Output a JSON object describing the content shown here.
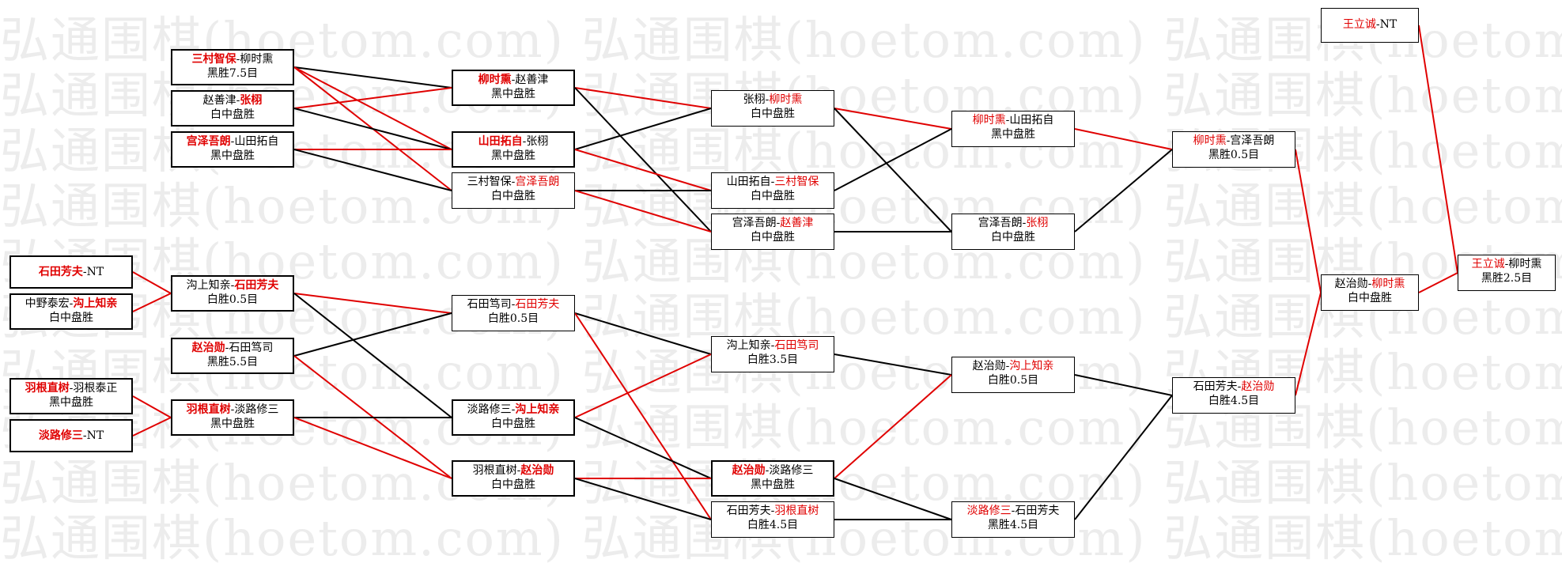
{
  "watermark": {
    "text": "弘通围棋(hoetom.com) 弘通围棋(hoetom.com) 弘通围棋(hoetom.com) 弘通围棋(hoetom.com)"
  },
  "colors": {
    "winner": "#e00000",
    "loser": "#000000",
    "border": "#000000"
  },
  "boxes": [
    {
      "id": "A1",
      "n": "box-mimura-vs-ryu",
      "a": "三村智保",
      "b": "柳时熏",
      "w": "a",
      "r": "黑胜7.5目"
    },
    {
      "id": "A2",
      "n": "box-cho-vs-zhangxu",
      "a": "赵善津",
      "b": "张栩",
      "w": "b",
      "r": "白中盘胜"
    },
    {
      "id": "A3",
      "n": "box-miyazawa-vs-yamada",
      "a": "宫泽吾朗",
      "b": "山田拓自",
      "w": "a",
      "r": "黑中盘胜"
    },
    {
      "id": "A4",
      "n": "box-ishida-nt",
      "a": "石田芳夫",
      "b": "NT",
      "w": "a",
      "r": ""
    },
    {
      "id": "A5",
      "n": "box-nakano-vs-mizokami",
      "a": "中野泰宏",
      "b": "沟上知亲",
      "w": "b",
      "r": "白中盘胜"
    },
    {
      "id": "A6",
      "n": "box-hane-vs-hane",
      "a": "羽根直树",
      "b": "羽根泰正",
      "w": "a",
      "r": "黑中盘胜"
    },
    {
      "id": "A7",
      "n": "box-awaji-nt",
      "a": "淡路修三",
      "b": "NT",
      "w": "a",
      "r": ""
    },
    {
      "id": "B1",
      "n": "box-mizokami-vs-ishida",
      "a": "沟上知亲",
      "b": "石田芳夫",
      "w": "b",
      "r": "白胜0.5目"
    },
    {
      "id": "B2",
      "n": "box-cho-chikun-vs-ishida-atsushi",
      "a": "赵治勋",
      "b": "石田笃司",
      "w": "a",
      "r": "黑胜5.5目"
    },
    {
      "id": "B3",
      "n": "box-hane-vs-awaji",
      "a": "羽根直树",
      "b": "淡路修三",
      "w": "a",
      "r": "黑中盘胜"
    },
    {
      "id": "C1",
      "n": "box-ryu-vs-cho",
      "a": "柳时熏",
      "b": "赵善津",
      "w": "a",
      "r": "黑中盘胜"
    },
    {
      "id": "C2",
      "n": "box-yamada-vs-zhangxu",
      "a": "山田拓自",
      "b": "张栩",
      "w": "a",
      "r": "黑中盘胜"
    },
    {
      "id": "C3",
      "n": "box-mimura-vs-miyazawa",
      "a": "三村智保",
      "b": "宫泽吾朗",
      "w": "b",
      "r": "白中盘胜"
    },
    {
      "id": "C4",
      "n": "box-ishida-atsushi-vs-ishida",
      "a": "石田笃司",
      "b": "石田芳夫",
      "w": "b",
      "r": "白胜0.5目"
    },
    {
      "id": "C5",
      "n": "box-awaji-vs-mizokami",
      "a": "淡路修三",
      "b": "沟上知亲",
      "w": "b",
      "r": "白中盘胜"
    },
    {
      "id": "C6",
      "n": "box-hane-vs-cho-chikun",
      "a": "羽根直树",
      "b": "赵治勋",
      "w": "b",
      "r": "白中盘胜"
    },
    {
      "id": "D1",
      "n": "box-zhangxu-vs-ryu",
      "a": "张栩",
      "b": "柳时熏",
      "w": "b",
      "r": "白中盘胜"
    },
    {
      "id": "D2",
      "n": "box-yamada-vs-mimura",
      "a": "山田拓自",
      "b": "三村智保",
      "w": "b",
      "r": "白中盘胜"
    },
    {
      "id": "D3",
      "n": "box-miyazawa-vs-cho",
      "a": "宫泽吾朗",
      "b": "赵善津",
      "w": "b",
      "r": "白中盘胜"
    },
    {
      "id": "D4",
      "n": "box-mizokami-vs-ishida-atsushi",
      "a": "沟上知亲",
      "b": "石田笃司",
      "w": "b",
      "r": "白胜3.5目"
    },
    {
      "id": "D5",
      "n": "box-cho-chikun-vs-awaji",
      "a": "赵治勋",
      "b": "淡路修三",
      "w": "a",
      "r": "黑中盘胜"
    },
    {
      "id": "D6",
      "n": "box-ishida-vs-hane",
      "a": "石田芳夫",
      "b": "羽根直树",
      "w": "b",
      "r": "白胜4.5目"
    },
    {
      "id": "E1",
      "n": "box-ryu-vs-yamada",
      "a": "柳时熏",
      "b": "山田拓自",
      "w": "a",
      "r": "黑中盘胜"
    },
    {
      "id": "E2",
      "n": "box-miyazawa-vs-zhangxu",
      "a": "宫泽吾朗",
      "b": "张栩",
      "w": "b",
      "r": "白中盘胜"
    },
    {
      "id": "E3",
      "n": "box-cho-chikun-vs-mizokami",
      "a": "赵治勋",
      "b": "沟上知亲",
      "w": "b",
      "r": "白胜0.5目"
    },
    {
      "id": "E4",
      "n": "box-awaji-vs-ishida",
      "a": "淡路修三",
      "b": "石田芳夫",
      "w": "a",
      "r": "黑胜4.5目"
    },
    {
      "id": "F1",
      "n": "box-ryu-vs-miyazawa",
      "a": "柳时熏",
      "b": "宫泽吾朗",
      "w": "a",
      "r": "黑胜0.5目"
    },
    {
      "id": "F2",
      "n": "box-ishida-vs-cho-chikun",
      "a": "石田芳夫",
      "b": "赵治勋",
      "w": "b",
      "r": "白胜4.5目"
    },
    {
      "id": "G1",
      "n": "box-cho-chikun-vs-ryu",
      "a": "赵治勋",
      "b": "柳时熏",
      "w": "b",
      "r": "白中盘胜"
    },
    {
      "id": "H1",
      "n": "box-wang-nt",
      "a": "王立诚",
      "b": "NT",
      "w": "a",
      "r": ""
    },
    {
      "id": "H2",
      "n": "box-wang-vs-ryu",
      "a": "王立诚",
      "b": "柳时熏",
      "w": "a",
      "r": "黑胜2.5目"
    }
  ],
  "links": [
    [
      "A1",
      "C1",
      "k"
    ],
    [
      "A1",
      "C2",
      "r"
    ],
    [
      "A1",
      "C3",
      "r"
    ],
    [
      "A2",
      "C1",
      "r"
    ],
    [
      "A2",
      "C2",
      "k"
    ],
    [
      "A3",
      "C2",
      "r"
    ],
    [
      "A3",
      "C3",
      "k"
    ],
    [
      "A4",
      "B1",
      "r"
    ],
    [
      "A5",
      "B1",
      "r"
    ],
    [
      "A6",
      "B3",
      "r"
    ],
    [
      "A7",
      "B3",
      "r"
    ],
    [
      "B1",
      "C4",
      "r"
    ],
    [
      "B1",
      "C5",
      "k"
    ],
    [
      "B2",
      "C4",
      "k"
    ],
    [
      "B2",
      "C6",
      "r"
    ],
    [
      "B3",
      "C5",
      "k"
    ],
    [
      "B3",
      "C6",
      "r"
    ],
    [
      "C1",
      "D1",
      "r"
    ],
    [
      "C1",
      "D3",
      "k"
    ],
    [
      "C2",
      "D1",
      "k"
    ],
    [
      "C2",
      "D2",
      "r"
    ],
    [
      "C3",
      "D2",
      "k"
    ],
    [
      "C3",
      "D3",
      "r"
    ],
    [
      "C4",
      "D4",
      "k"
    ],
    [
      "C4",
      "D6",
      "r"
    ],
    [
      "C5",
      "D4",
      "r"
    ],
    [
      "C5",
      "D5",
      "k"
    ],
    [
      "C6",
      "D5",
      "r"
    ],
    [
      "C6",
      "D6",
      "k"
    ],
    [
      "D1",
      "E1",
      "r"
    ],
    [
      "D1",
      "E2",
      "k"
    ],
    [
      "D2",
      "E1",
      "k"
    ],
    [
      "D3",
      "E2",
      "k"
    ],
    [
      "D4",
      "E3",
      "k"
    ],
    [
      "D5",
      "E3",
      "r"
    ],
    [
      "D5",
      "E4",
      "k"
    ],
    [
      "D6",
      "E4",
      "k"
    ],
    [
      "E1",
      "F1",
      "r"
    ],
    [
      "E2",
      "F1",
      "k"
    ],
    [
      "E3",
      "F2",
      "k"
    ],
    [
      "E4",
      "F2",
      "k"
    ],
    [
      "F1",
      "G1",
      "r"
    ],
    [
      "F2",
      "G1",
      "r"
    ],
    [
      "G1",
      "H2",
      "r"
    ],
    [
      "H1",
      "H2",
      "r"
    ]
  ]
}
